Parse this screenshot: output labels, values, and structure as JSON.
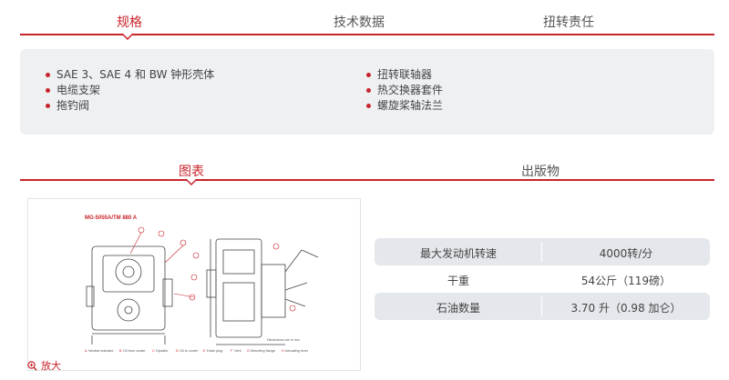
{
  "top_tabs": [
    {
      "label": "规格",
      "active": true
    },
    {
      "label": "技术数据",
      "active": false
    },
    {
      "label": "扭转责任",
      "active": false
    }
  ],
  "specs": {
    "left": [
      "SAE 3、SAE 4 和 BW 钟形壳体",
      "电缆支架",
      "拖钓阀"
    ],
    "right": [
      "扭转联轴器",
      "热交换器套件",
      "螺旋桨轴法兰"
    ]
  },
  "lower_tabs": [
    {
      "label": "图表",
      "active": true
    },
    {
      "label": "出版物",
      "active": false
    }
  ],
  "drawing": {
    "title": "MG-5055A/TM 880 A",
    "dimensions_note": "Dimensions are in mm",
    "legend": [
      "Neutral indicator",
      "Oil from cooler",
      "Dipstick",
      "Oil to cooler",
      "Drain plug",
      "Vent",
      "Mounting flange",
      "Actuating lever"
    ],
    "legend_letters": [
      "A",
      "B",
      "C",
      "D",
      "E",
      "F",
      "G",
      "H"
    ]
  },
  "zoom_label": "放大",
  "table": [
    {
      "key": "最大发动机转速",
      "value": "4000转/分"
    },
    {
      "key": "干重",
      "value": "54公斤（119磅）"
    },
    {
      "key": "石油数量",
      "value": "3.70 升（0.98 加仑）"
    }
  ],
  "colors": {
    "accent": "#c8242b",
    "panel": "#eef0f2",
    "row_shade": "#e4e7eb"
  }
}
